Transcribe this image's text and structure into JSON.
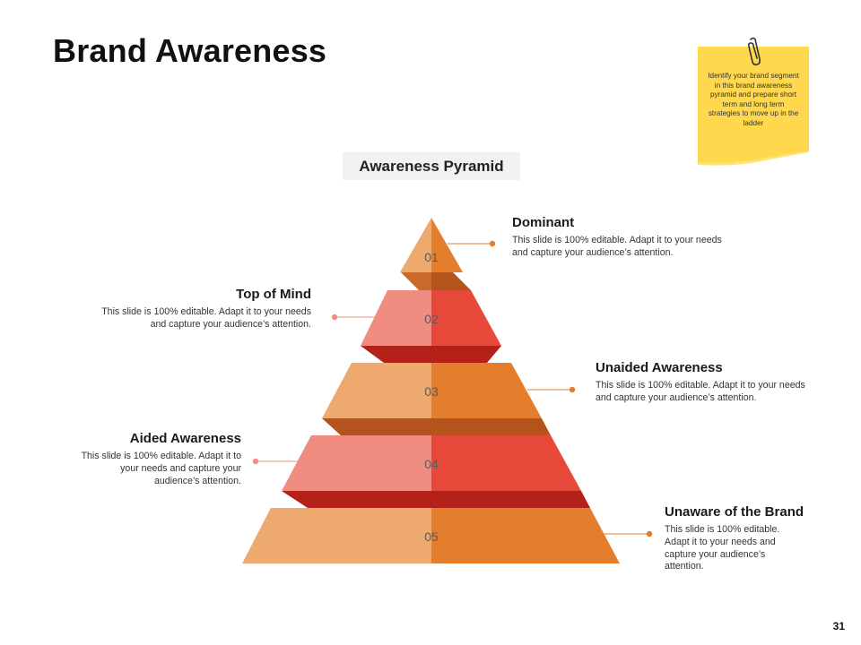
{
  "title": "Brand Awareness",
  "note": {
    "text": "Identify your brand segment in this brand awareness pyramid and prepare short term and long term strategies to move up in the ladder"
  },
  "pyramid_title": "Awareness Pyramid",
  "levels": [
    {
      "number": "01",
      "heading": "Dominant",
      "description": "This slide is 100% editable. Adapt it to your needs and capture your audience’s attention."
    },
    {
      "number": "02",
      "heading": "Top of Mind",
      "description": "This slide is 100% editable. Adapt it to your needs and capture your audience’s attention."
    },
    {
      "number": "03",
      "heading": "Unaided Awareness",
      "description": "This slide is 100% editable. Adapt it to your needs and capture your audience’s attention."
    },
    {
      "number": "04",
      "heading": "Aided Awareness",
      "description": "This slide is 100% editable. Adapt it to your needs and capture your audience’s attention."
    },
    {
      "number": "05",
      "heading": "Unaware of the Brand",
      "description": "This slide is 100% editable. Adapt it to your needs and capture your audience’s attention."
    }
  ],
  "colors": {
    "orange_light": "#EDA96E",
    "orange_dark": "#E57E2C",
    "red_light": "#F08C80",
    "red_dark": "#E6493A",
    "connector_brown": "#B4541C",
    "connector_red": "#B42118",
    "note_yellow": "#FFD84D"
  },
  "page_number": "31"
}
